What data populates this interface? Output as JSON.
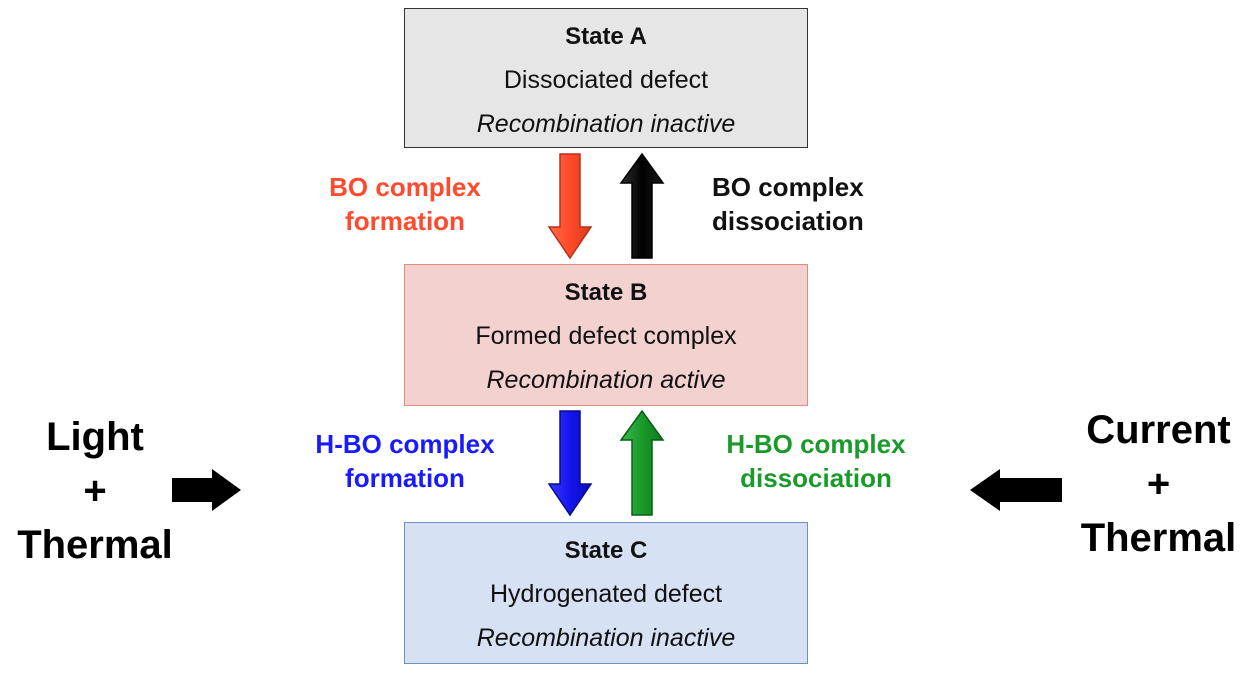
{
  "states": {
    "a": {
      "title": "State A",
      "description": "Dissociated defect",
      "status": "Recombination inactive"
    },
    "b": {
      "title": "State B",
      "description": "Formed defect complex",
      "status": "Recombination active"
    },
    "c": {
      "title": "State C",
      "description": "Hydrogenated defect",
      "status": "Recombination inactive"
    }
  },
  "processes": {
    "bo_formation": {
      "line1": "BO complex",
      "line2": "formation",
      "color": "#ff4a2e"
    },
    "bo_dissociation": {
      "line1": "BO complex",
      "line2": "dissociation",
      "color": "#111111"
    },
    "hbo_formation": {
      "line1": "H-BO complex",
      "line2": "formation",
      "color": "#1a1aff"
    },
    "hbo_dissociation": {
      "line1": "H-BO complex",
      "line2": "dissociation",
      "color": "#1a9a2a"
    }
  },
  "conditions": {
    "left": {
      "line1": "Light",
      "line2": "+",
      "line3": "Thermal"
    },
    "right": {
      "line1": "Current",
      "line2": "+",
      "line3": "Thermal"
    }
  },
  "colors": {
    "state_a_fill": "#e6e6e6",
    "state_b_fill": "#f3d1cf",
    "state_c_fill": "#d6e2f3",
    "arrow_bo_formation": "#ff4a2e",
    "arrow_bo_dissociation": "#000000",
    "arrow_hbo_formation": "#1a1aff",
    "arrow_hbo_dissociation": "#1a9a2a",
    "arrow_condition": "#000000"
  }
}
